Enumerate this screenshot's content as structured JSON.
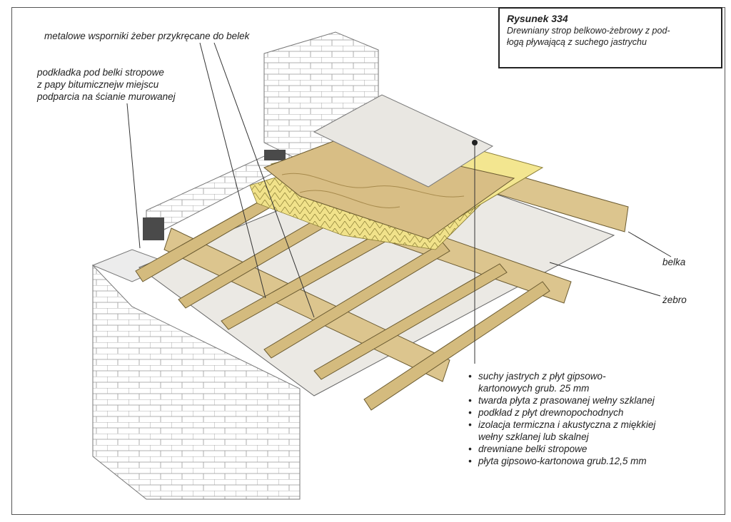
{
  "caption": {
    "title": "Rysunek 334",
    "text_line1": "Drewniany strop belkowo-żebrowy z pod-",
    "text_line2": "łogą pływającą z suchego jastrychu"
  },
  "labels": {
    "brackets": "metalowe wsporniki żeber  przykręcane do belek",
    "pad_line1": "podkładka pod belki stropowe",
    "pad_line2": "z papy bitumicznejw miejscu",
    "pad_line3": "podparcia na ścianie murowanej",
    "beam": "belka",
    "rib": "żebro"
  },
  "layers": [
    {
      "line1": "suchy jastrych z płyt gipsowo-",
      "line2": "kartonowych grub. 25 mm"
    },
    {
      "line1": "twarda płyta z prasowanej wełny szklanej"
    },
    {
      "line1": "podkład z płyt drewnopochodnych"
    },
    {
      "line1": "izolacja termiczna i akustyczna z miękkiej",
      "line2": "wełny szklanej lub skalnej"
    },
    {
      "line1": "drewniane belki stropowe"
    },
    {
      "line1": "płyta gipsowo-kartonowa grub.12,5 mm"
    }
  ],
  "colors": {
    "timber": "#dcc58e",
    "timber_dark": "#c2a768",
    "wool": "#f1e28a",
    "gypsum": "#e8e6e1",
    "brick": "#ffffff",
    "bitumen": "#4a4a4a"
  }
}
